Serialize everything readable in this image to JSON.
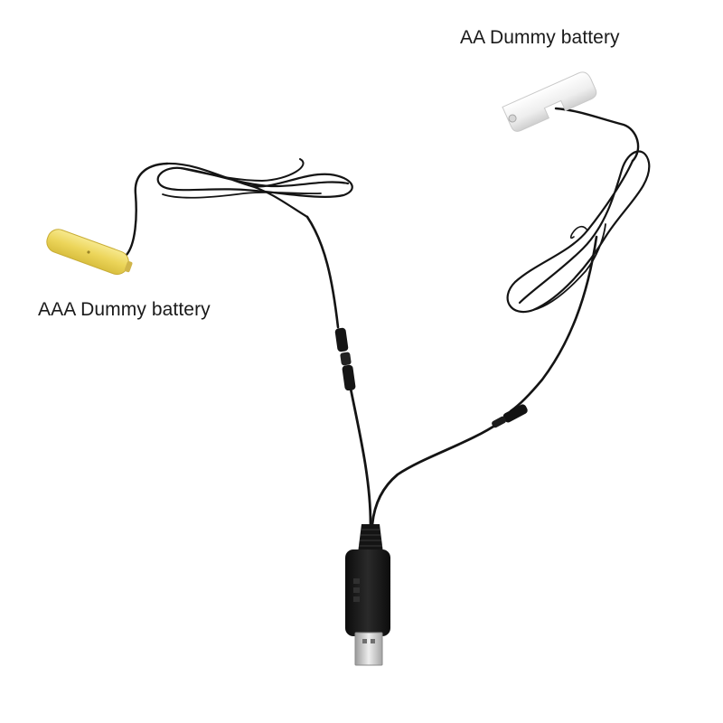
{
  "labels": {
    "aa": "AA Dummy battery",
    "aaa": "AAA Dummy battery"
  },
  "colors": {
    "background": "#ffffff",
    "cable": "#141414",
    "aaa_battery": "#f0dc6a",
    "aa_battery": "#f4f4f4",
    "usb_metal": "#d9d9d9"
  },
  "items": [
    "aaa-dummy-battery",
    "aa-dummy-battery",
    "usb-plug",
    "inline-connector",
    "barrel-connector",
    "coiled-cables"
  ]
}
